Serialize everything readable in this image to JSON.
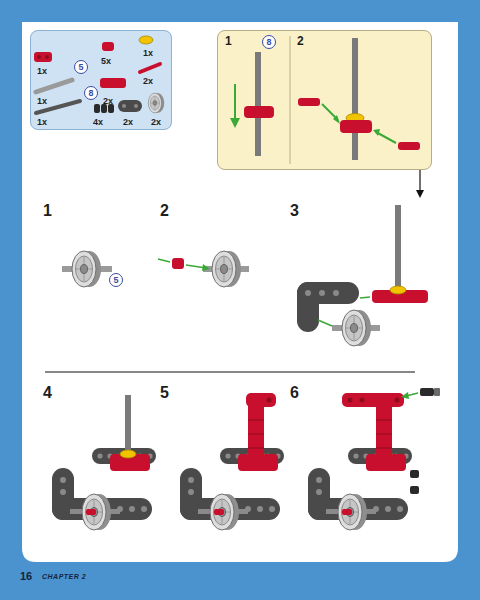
{
  "diagram": {
    "nodes": [
      {
        "text": [
          "1x",
          "5x",
          "1x",
          "2x",
          "1x",
          "2x",
          "1x",
          "4x",
          "2x",
          "2x"
        ]
      },
      {
        "text": [
          "5"
        ],
        "in": 0
      },
      {
        "text": [
          "8"
        ],
        "in": 0
      },
      {
        "text": [
          "1",
          "2"
        ]
      },
      {
        "text": [
          "8"
        ],
        "in": 3
      },
      {
        "text": [
          "5"
        ]
      }
    ],
    "labels": [
      "1",
      "2",
      "3",
      "4",
      "5",
      "6",
      "16",
      "CHAPTER 2"
    ]
  }
}
